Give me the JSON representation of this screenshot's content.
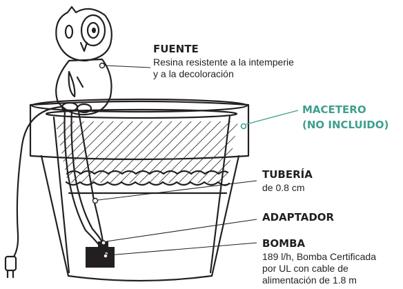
{
  "labels": {
    "fuente": {
      "title": "FUENTE",
      "desc_line1": "Resina resistente a la intemperie",
      "desc_line2": "y a la decoloración"
    },
    "macetero": {
      "line1": "MACETERO",
      "line2": "(NO INCLUIDO)"
    },
    "tuberia": {
      "title": "TUBERÍA",
      "desc": "de 0.8 cm"
    },
    "adaptador": {
      "title": "ADAPTADOR"
    },
    "bomba": {
      "title": "BOMBA",
      "desc_line1": "189 l/h, Bomba Certificada",
      "desc_line2": "por UL con cable de",
      "desc_line3": "alimentación de 1.8 m"
    }
  },
  "colors": {
    "ink": "#231f20",
    "accent": "#3f9e8d",
    "background": "#ffffff"
  }
}
